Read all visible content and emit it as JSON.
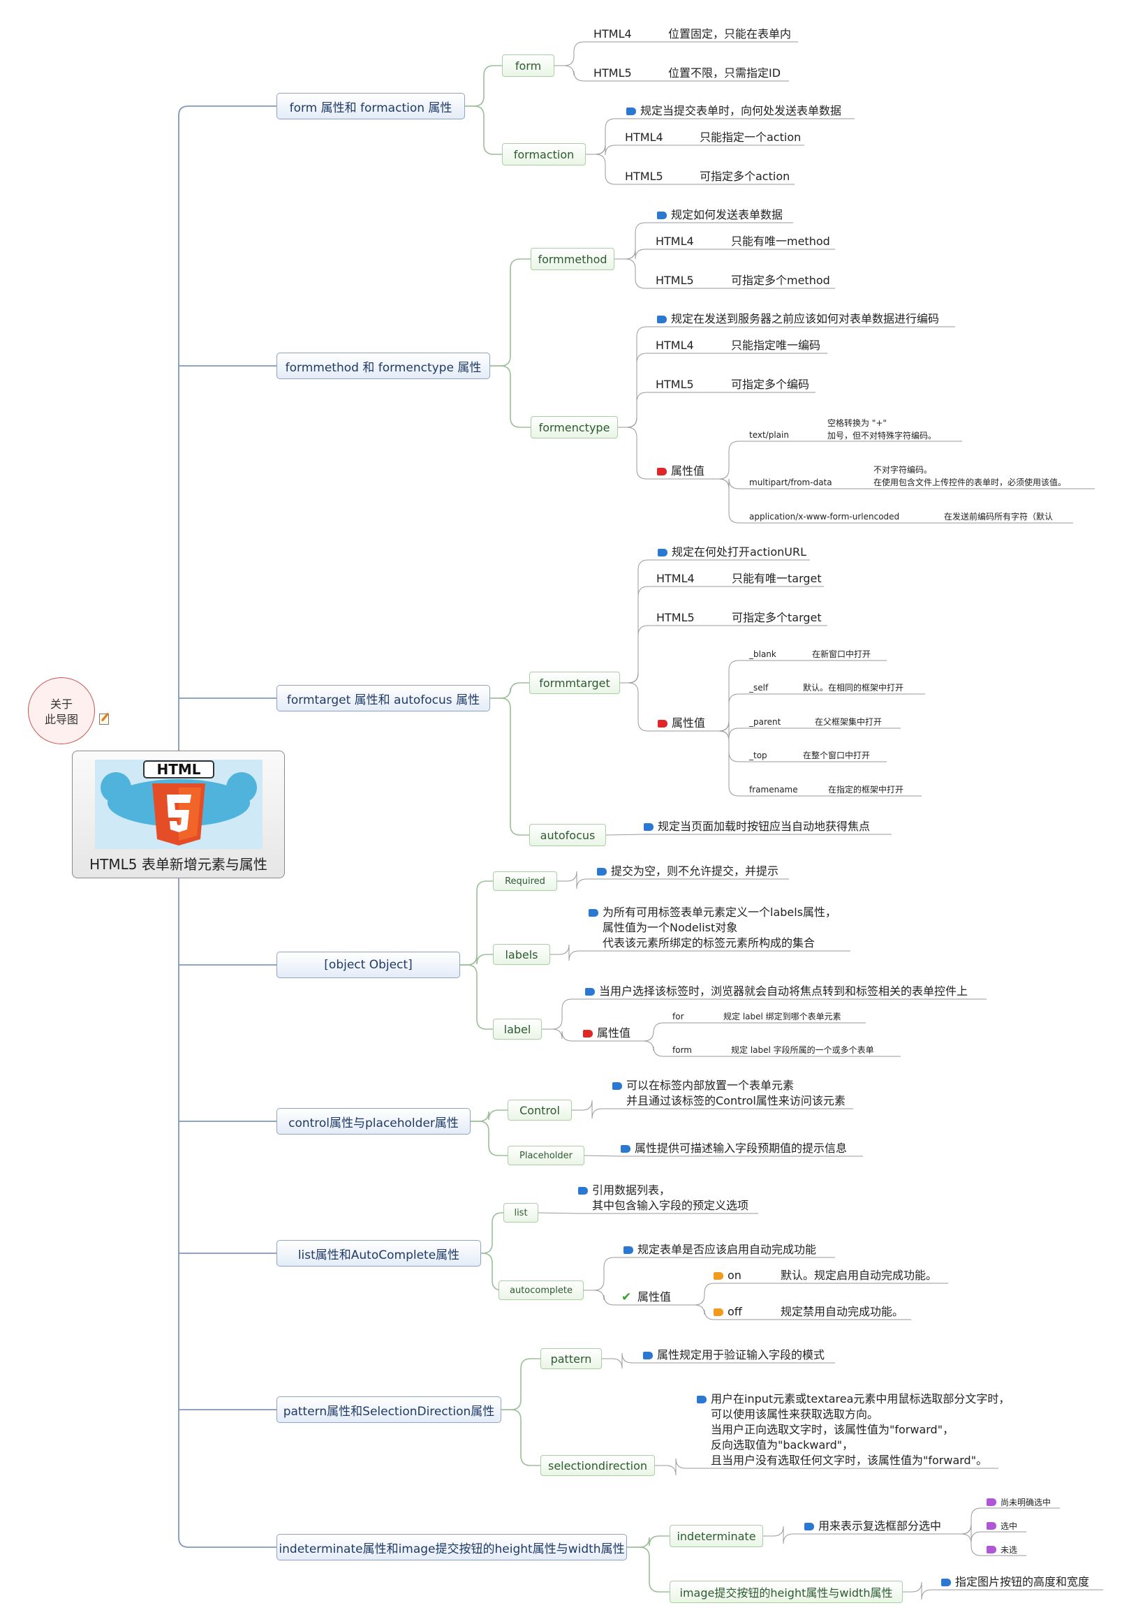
{
  "root": {
    "title": "HTML5 表单新增元素与属性",
    "badge": "HTML"
  },
  "about": {
    "line1": "关于",
    "line2": "此导图"
  },
  "b1": {
    "label": "form 属性和 formaction 属性",
    "form": {
      "label": "form",
      "html4": "HTML4",
      "html4_desc": "位置固定，只能在表单内",
      "html5": "HTML5",
      "html5_desc": "位置不限，只需指定ID"
    },
    "formaction": {
      "label": "formaction",
      "desc": "规定当提交表单时，向何处发送表单数据",
      "html4": "HTML4",
      "html4_desc": "只能指定一个action",
      "html5": "HTML5",
      "html5_desc": "可指定多个action"
    }
  },
  "b2": {
    "label": "formmethod 和 formenctype 属性",
    "formmethod": {
      "label": "formmethod",
      "desc": "规定如何发送表单数据",
      "html4": "HTML4",
      "html4_desc": "只能有唯一method",
      "html5": "HTML5",
      "html5_desc": "可指定多个method"
    },
    "formenctype": {
      "label": "formenctype",
      "desc": "规定在发送到服务器之前应该如何对表单数据进行编码",
      "html4": "HTML4",
      "html4_desc": "只能指定唯一编码",
      "html5": "HTML5",
      "html5_desc": "可指定多个编码",
      "attr": "属性值",
      "plain": "text/plain",
      "plain_d1": "空格转换为 \"+\"",
      "plain_d2": "加号，但不对特殊字符编码。",
      "multi": "multipart/from-data",
      "multi_d1": "不对字符编码。",
      "multi_d2": "在使用包含文件上传控件的表单时，必须使用该值。",
      "urlenc": "application/x-www-form-urlencoded",
      "urlenc_d": "在发送前编码所有字符（默认"
    }
  },
  "b3": {
    "label": "formtarget 属性和 autofocus 属性",
    "formtarget": {
      "label": "formmtarget",
      "desc": "规定在何处打开actionURL",
      "html4": "HTML4",
      "html4_desc": "只能有唯一target",
      "html5": "HTML5",
      "html5_desc": "可指定多个target",
      "attr": "属性值",
      "blank": "_blank",
      "blank_d": "在新窗口中打开",
      "self": "_self",
      "self_d": "默认。在相同的框架中打开",
      "parent": "_parent",
      "parent_d": "在父框架集中打开",
      "top": "_top",
      "top_d": "在整个窗口中打开",
      "framename": "framename",
      "framename_d": "在指定的框架中打开"
    },
    "autofocus": {
      "label": "autofocus",
      "desc": "规定当页面加载时按钮应当自动地获得焦点"
    }
  },
  "b4": {
    "label": {
      "label": "label",
      "desc": "当用户选择该标签时，浏览器就会自动将焦点转到和标签相关的表单控件上",
      "attr": "属性值",
      "for": "for",
      "for_d": "规定 label 绑定到哪个表单元素",
      "form": "form",
      "form_d": "规定 label 字段所属的一个或多个表单"
    },
    "required": {
      "label": "Required",
      "desc": "提交为空，则不允许提交，并提示"
    },
    "labels": {
      "label": "labels",
      "d1": "为所有可用标签表单元素定义一个labels属性，",
      "d2": "属性值为一个Nodelist对象",
      "d3": "代表该元素所绑定的标签元素所构成的集合"
    }
  },
  "b5": {
    "label": "control属性与placeholder属性",
    "control": {
      "label": "Control",
      "d1": "可以在标签内部放置一个表单元素",
      "d2": "并且通过该标签的Control属性来访问该元素"
    },
    "placeholder": {
      "label": "Placeholder",
      "desc": "属性提供可描述输入字段预期值的提示信息"
    }
  },
  "b6": {
    "label": "list属性和AutoComplete属性",
    "list": {
      "label": "list",
      "d1": "引用数据列表，",
      "d2": "其中包含输入字段的预定义选项"
    },
    "autocomplete": {
      "label": "autocomplete",
      "desc": "规定表单是否应该启用自动完成功能",
      "attr": "属性值",
      "on": "on",
      "on_d": "默认。规定启用自动完成功能。",
      "off": "off",
      "off_d": "规定禁用自动完成功能。"
    }
  },
  "b7": {
    "label": "pattern属性和SelectionDirection属性",
    "pattern": {
      "label": "pattern",
      "desc": "属性规定用于验证输入字段的模式"
    },
    "selection": {
      "label": "selectiondirection",
      "d1": "用户在input元素或textarea元素中用鼠标选取部分文字时，",
      "d2": "可以使用该属性来获取选取方向。",
      "d3": "当用户正向选取文字时，该属性值为\"forward\"，",
      "d4": "反向选取值为\"backward\"，",
      "d5": "且当用户没有选取任何文字时，该属性值为\"forward\"。"
    }
  },
  "b8": {
    "label": "indeterminate属性和image提交按钮的height属性与width属性",
    "indeterminate": {
      "label": "indeterminate",
      "desc": "用来表示复选框部分选中",
      "opt1": "尚未明确选中",
      "opt2": "选中",
      "opt3": "未选"
    },
    "image": {
      "label": "image提交按钮的height属性与width属性",
      "desc": "指定图片按钮的高度和宽度"
    }
  }
}
